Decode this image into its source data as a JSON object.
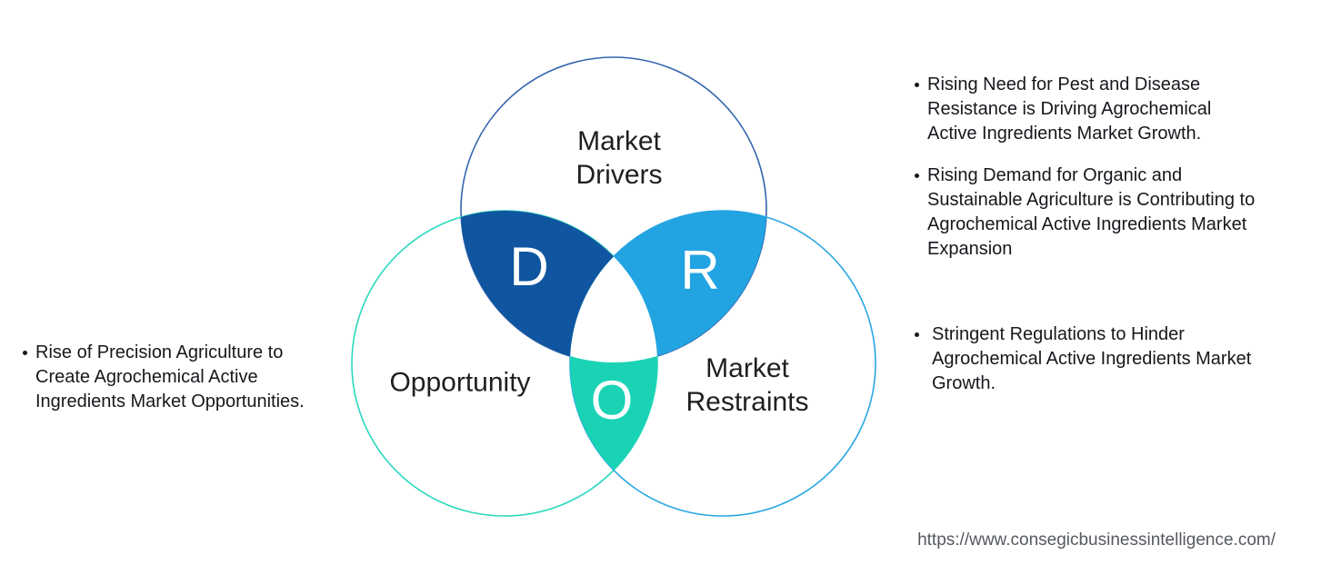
{
  "diagram": {
    "drivers": {
      "label": "Market Drivers",
      "letter": "D"
    },
    "restraints": {
      "label": "Market Restraints",
      "letter": "R"
    },
    "opportunity": {
      "label": "Opportunity",
      "letter": "O"
    },
    "colors": {
      "drivers_outline": "#3465ae",
      "restraints_outline": "#2aa7e2",
      "opportunity_outline": "#2bd8bd",
      "drivers_opportunity_fill": "#0f55a0",
      "drivers_restraints_fill": "#22a3e2",
      "opportunity_restraints_fill": "#19d3b4",
      "center_fill": "#ffffff",
      "letter_color": "#ffffff"
    }
  },
  "left_panel": {
    "bullets": [
      "Rise of Precision Agriculture to Create Agrochemical Active Ingredients Market Opportunities."
    ]
  },
  "right_panel": {
    "bullets": [
      "Rising Need for Pest and Disease Resistance is Driving Agrochemical Active Ingredients Market Growth.",
      "Rising Demand for Organic and Sustainable Agriculture is Contributing to Agrochemical Active Ingredients Market Expansion",
      "Stringent Regulations to Hinder Agrochemical Active Ingredients Market Growth."
    ]
  },
  "footer": {
    "source_url": "https://www.consegicbusinessintelligence.com/"
  }
}
